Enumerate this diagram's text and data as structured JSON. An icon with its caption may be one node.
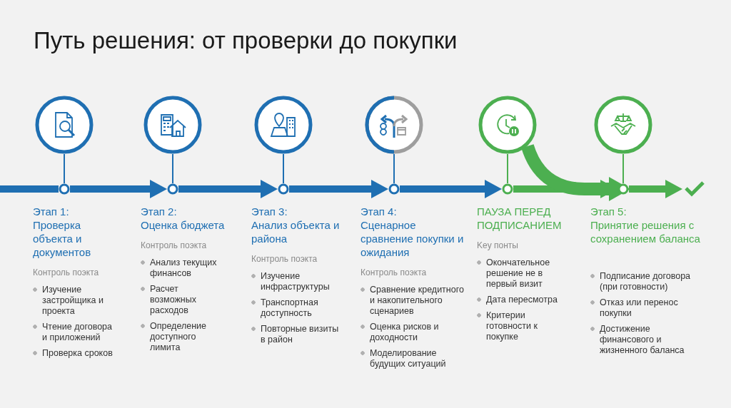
{
  "diagram": {
    "title": "Путь решения: от проверки до покупки",
    "nodes": [
      {
        "text": [],
        "shape": "circle",
        "beside": [
          "Этап 1:",
          "Проверка объекта и документов",
          "Контроль поэкта",
          "Изучение застройщика и проекта",
          "Чтение договора и приложений",
          "Проверка сроков"
        ]
      },
      {
        "text": [],
        "shape": "circle",
        "beside": [
          "Этап 2:",
          "Оценка бюджета",
          "Контроль поэкта",
          "Анализ текущих финансов",
          "Расчет возможных расходов",
          "Определение доступного лимита"
        ]
      },
      {
        "text": [],
        "shape": "circle",
        "beside": [
          "Этап 3:",
          "Анализ объекта и района",
          "Контроль поэкта",
          "Изучение инфраструктуры",
          "Транспортная доступность",
          "Повторные визиты в район"
        ]
      },
      {
        "text": [],
        "shape": "circle",
        "beside": [
          "Этап 4:",
          "Сценарное сравнение покупки и ожидания",
          "Контроль поэкта",
          "Сравнение кредитного и накопительного сценариев",
          "Оценка рисков и доходности",
          "Моделирование будущих ситуаций"
        ]
      },
      {
        "text": [],
        "shape": "circle",
        "beside": [
          "ПАУЗА ПЕРЕД ПОДПИСАНИЕМ",
          "Key понты",
          "Окончательное решение не в первый визит",
          "Дата пересмотра",
          "Критерии готовности к покупке"
        ]
      },
      {
        "text": [],
        "shape": "circle",
        "beside": [
          "Этап 5:",
          "Принятие решения с сохранением баланса",
          "Подписание договора (при готовности)",
          "Отказ или перенос покупки",
          "Достижение финансового и жизненного баланса"
        ]
      },
      {
        "text": [],
        "shape": "circle"
      },
      {
        "text": [],
        "shape": "circle"
      },
      {
        "text": [],
        "shape": "circle"
      },
      {
        "text": [],
        "shape": "circle"
      },
      {
        "text": [],
        "shape": "circle"
      },
      {
        "text": [],
        "shape": "circle"
      },
      {
        "text": [],
        "shape": "check"
      }
    ],
    "edges": [
      {
        "from": 0,
        "to": 6,
        "arrow": "none"
      },
      {
        "from": 1,
        "to": 7,
        "arrow": "none"
      },
      {
        "from": 2,
        "to": 8,
        "arrow": "none"
      },
      {
        "from": 3,
        "to": 9,
        "arrow": "none"
      },
      {
        "from": 4,
        "to": 10,
        "arrow": "none",
        "color": "#4caf50"
      },
      {
        "from": 5,
        "to": 11,
        "arrow": "none",
        "color": "#4caf50"
      },
      {
        "from": null,
        "to": 6,
        "arrow": "none"
      },
      {
        "from": 6,
        "to": 7,
        "arrow": "to"
      },
      {
        "from": 7,
        "to": 8,
        "arrow": "to"
      },
      {
        "from": 8,
        "to": 9,
        "arrow": "to"
      },
      {
        "from": 9,
        "to": 10,
        "arrow": "to"
      },
      {
        "from": 10,
        "to": 11,
        "arrow": "to",
        "color": "#4caf50"
      },
      {
        "from": 4,
        "to": 11,
        "arrow": "to",
        "style": "thick",
        "color": "#4caf50"
      },
      {
        "from": 11,
        "to": 12,
        "arrow": "to",
        "color": "#4caf50"
      }
    ]
  }
}
